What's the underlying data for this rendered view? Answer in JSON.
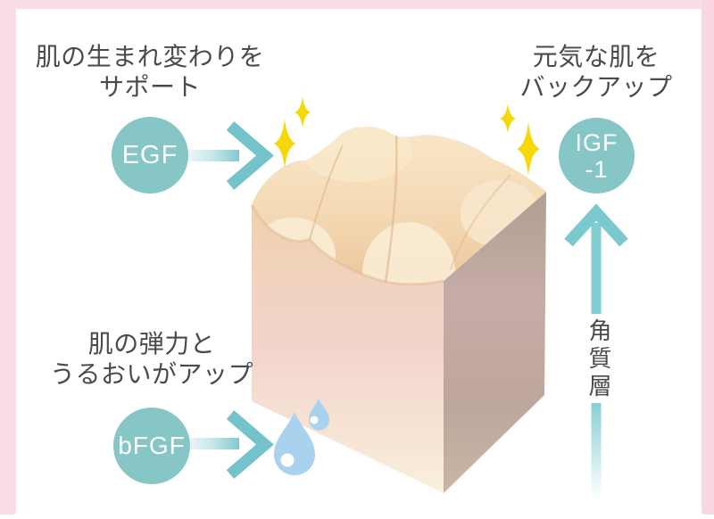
{
  "diagram_title": "skin growth factors infographic",
  "captions": {
    "top_left": {
      "line1": "肌の生まれ変わりを",
      "line2": "サポート"
    },
    "top_right": {
      "line1": "元気な肌を",
      "line2": "バックアップ"
    },
    "bottom_left": {
      "line1": "肌の弾力と",
      "line2": "うるおいがアップ"
    }
  },
  "factors": {
    "egf": "EGF",
    "igf_line1": "IGF",
    "igf_line2": "-1",
    "bfgf": "bFGF"
  },
  "side_label": "角質層",
  "icons": {
    "sparkle": "sparkle-icon (4-point star)",
    "water_drop": "water-drop-icon",
    "arrow_right": "arrow-right-icon",
    "arrow_up": "arrow-up-icon",
    "skin_block": "skin-block-illustration"
  },
  "colors": {
    "frame_pink": "#fadce8",
    "factor_circle_teal": "#87c6c6",
    "arrow_teal": "#7bc6cc",
    "sparkle_yellow": "#f6d80a",
    "droplet_blue": "#a9d2ef",
    "text_dark": "#4a4a4a",
    "skin_cream": "#f4dab8",
    "skin_pink": "#f2d4cd",
    "skin_side_taupe": "#bfa89d"
  }
}
